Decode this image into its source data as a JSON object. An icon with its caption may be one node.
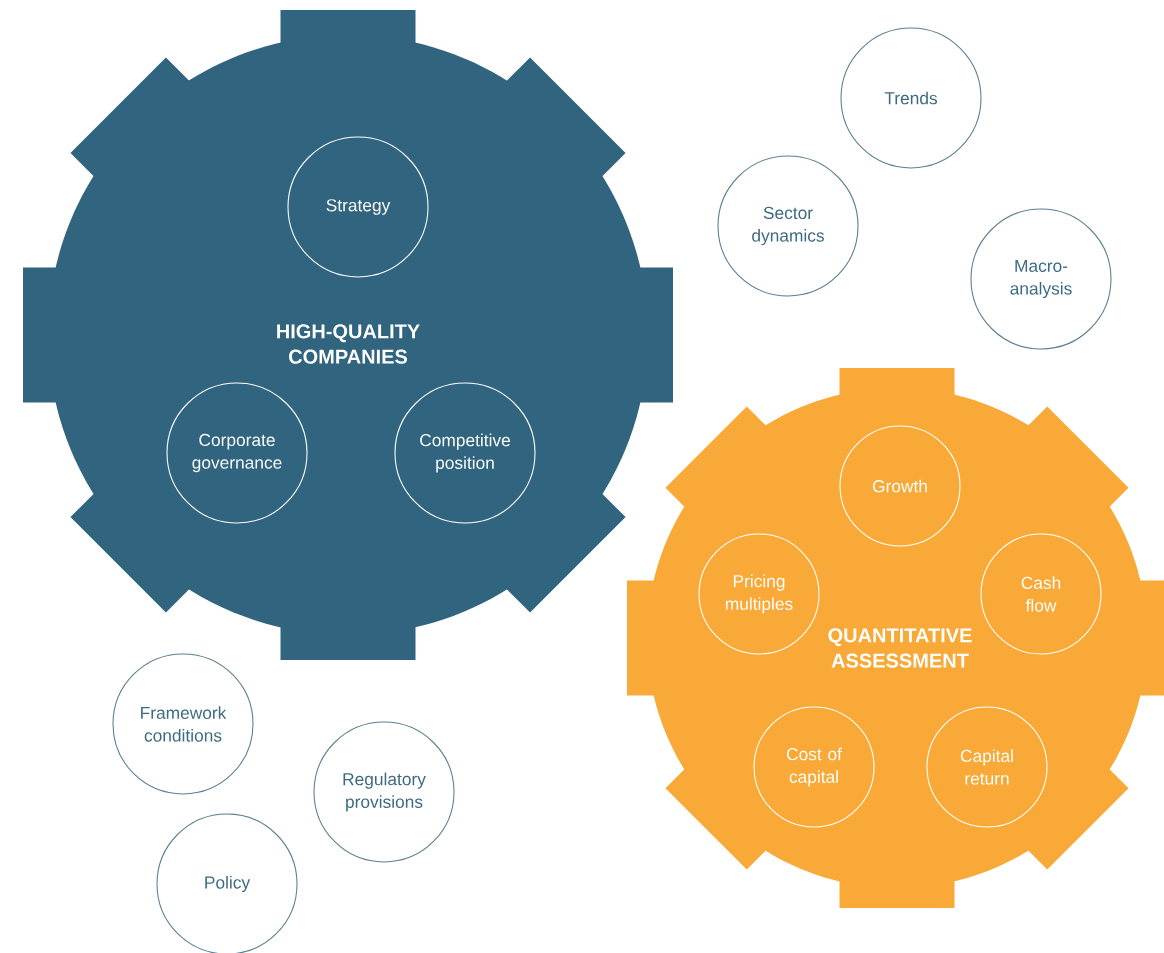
{
  "diagram": {
    "nodes": [
      {
        "text": [
          "HIGH-QUALITY COMPANIES"
        ]
      },
      {
        "text": [
          "Strategy"
        ],
        "in": 0
      },
      {
        "text": [
          "Corporate governance"
        ],
        "in": 0
      },
      {
        "text": [
          "Competitive position"
        ],
        "in": 0
      },
      {
        "text": [
          "Trends"
        ]
      },
      {
        "text": [
          "Sector dynamics"
        ]
      },
      {
        "text": [
          "Macro-analysis"
        ]
      },
      {
        "text": [
          "QUANTITATIVE ASSESSMENT"
        ]
      },
      {
        "text": [
          "Growth"
        ],
        "in": 7
      },
      {
        "text": [
          "Pricing multiples"
        ],
        "in": 7
      },
      {
        "text": [
          "Cash flow"
        ],
        "in": 7
      },
      {
        "text": [
          "Cost of capital"
        ],
        "in": 7
      },
      {
        "text": [
          "Capital return"
        ],
        "in": 7
      },
      {
        "text": [
          "Framework conditions"
        ]
      },
      {
        "text": [
          "Regulatory provisions"
        ]
      },
      {
        "text": [
          "Policy"
        ]
      }
    ]
  }
}
